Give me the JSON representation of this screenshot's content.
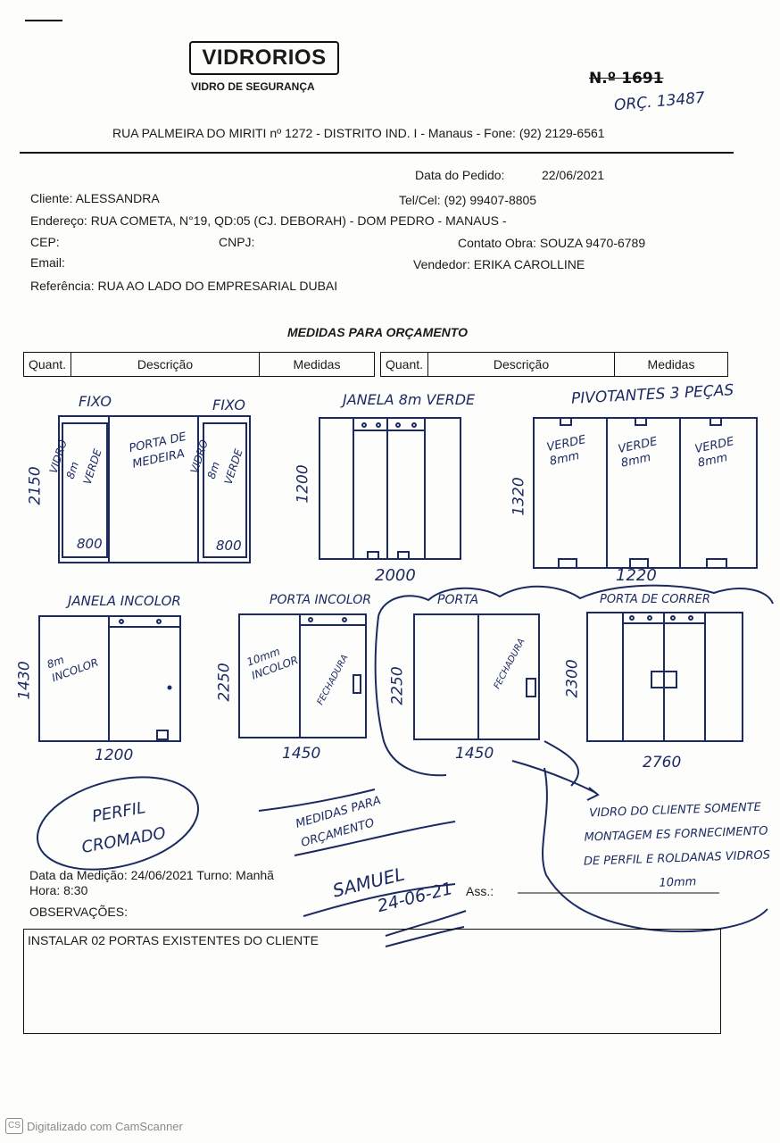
{
  "header": {
    "logo": "VIDRORIOS",
    "tagline": "VIDRO DE SEGURANÇA",
    "number_struck": "N.º 1691",
    "orc_note": "ORÇ. 13487",
    "address": "RUA PALMEIRA DO MIRITI nº 1272 - DISTRITO IND. I - Manaus - Fone: (92) 2129-6561"
  },
  "order": {
    "date_label": "Data do Pedido:",
    "date_value": "22/06/2021",
    "client": "Cliente: ALESSANDRA",
    "phone": "Tel/Cel: (92) 99407-8805",
    "address": "Endereço: RUA COMETA, N°19, QD:05 (CJ. DEBORAH) - DOM PEDRO - MANAUS -",
    "cep": "CEP:",
    "cnpj": "CNPJ:",
    "contact": "Contato Obra: SOUZA 9470-6789",
    "email": "Email:",
    "seller": "Vendedor: ERIKA CAROLLINE",
    "reference": "Referência: RUA AO LADO DO EMPRESARIAL DUBAI"
  },
  "section_title": "MEDIDAS PARA ORÇAMENTO",
  "table_headers": [
    "Quant.",
    "Descrição",
    "Medidas",
    "Quant.",
    "Descrição",
    "Medidas"
  ],
  "sketches": {
    "s1": {
      "fixo_left": "FIXO",
      "fixo_right": "FIXO",
      "glass_left": "VIDRO 8m VERDE",
      "door": "PORTA DE MEDEIRA",
      "glass_right": "VIDRO 8m VERDE",
      "height": "2150",
      "w_left": "800",
      "w_right": "800"
    },
    "s2": {
      "title": "JANELA 8m VERDE",
      "height": "1200",
      "width": "2000"
    },
    "s3": {
      "title": "PIVOTANTES 3 PEÇAS",
      "panel": "VERDE 8mm",
      "height": "1320",
      "width": "1220"
    },
    "s4": {
      "title": "JANELA INCOLOR",
      "glass": "8m INCOLOR",
      "height": "1430",
      "width": "1200"
    },
    "s5": {
      "title": "PORTA INCOLOR",
      "glass": "10mm INCOLOR",
      "lock": "FECHADURA",
      "height": "2250",
      "width": "1450"
    },
    "s6": {
      "title": "PORTA",
      "lock": "FECHADURA",
      "height": "2250",
      "width": "1450"
    },
    "s7": {
      "title": "PORTA DE CORRER",
      "height": "2300",
      "width": "2760"
    }
  },
  "notes": {
    "perfil": "PERFIL CROMADO",
    "medidas": "MEDIDAS PARA ORÇAMENTO",
    "cliente": "VIDRO DO CLIENTE SOMENTE MONTAGEM ES FORNECIMENTO DE PERFIL E ROLDANAS VIDROS 10mm",
    "signature": "SAMUEL",
    "sig_date": "24-06-21"
  },
  "footer": {
    "medicao": "Data da Medição: 24/06/2021  Turno: Manhã",
    "hora": "Hora: 8:30",
    "ass": "Ass.:",
    "obs_label": "OBSERVAÇÕES:",
    "obs_text": "INSTALAR 02 PORTAS EXISTENTES DO CLIENTE",
    "scanner": "Digitalizado com CamScanner"
  }
}
